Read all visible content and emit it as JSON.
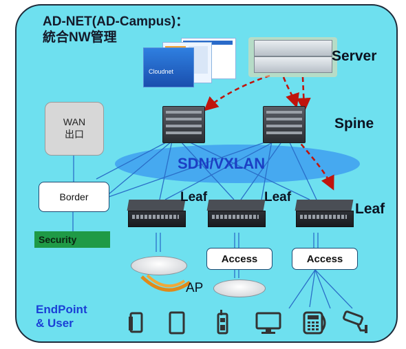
{
  "title": {
    "line1": "AD-NET(AD-Campus)：",
    "line2": "統合NW管理"
  },
  "screenshot_text": "Cloudnet",
  "layers": {
    "server": "Server",
    "spine": "Spine",
    "overlay": "SDN/VXLAN",
    "leaf": "Leaf"
  },
  "wan": {
    "line1": "WAN",
    "line2": "出口"
  },
  "border": "Border",
  "security": "Security",
  "access": "Access",
  "ap": "AP",
  "endpoint": {
    "line1": "EndPoint",
    "line2": "& User"
  },
  "colors": {
    "background": "#6ee0ef",
    "frame_border": "#1d2b3a",
    "overlay_ellipse": "#3f9ff0",
    "management_arrow": "#c0140c",
    "security_fill": "#1f9a46",
    "endpoint_text": "#1a3fd6"
  },
  "icons": [
    "smartphone-icon",
    "tablet-icon",
    "handheld-scanner-icon",
    "desktop-monitor-icon",
    "ip-phone-icon",
    "security-camera-icon"
  ]
}
